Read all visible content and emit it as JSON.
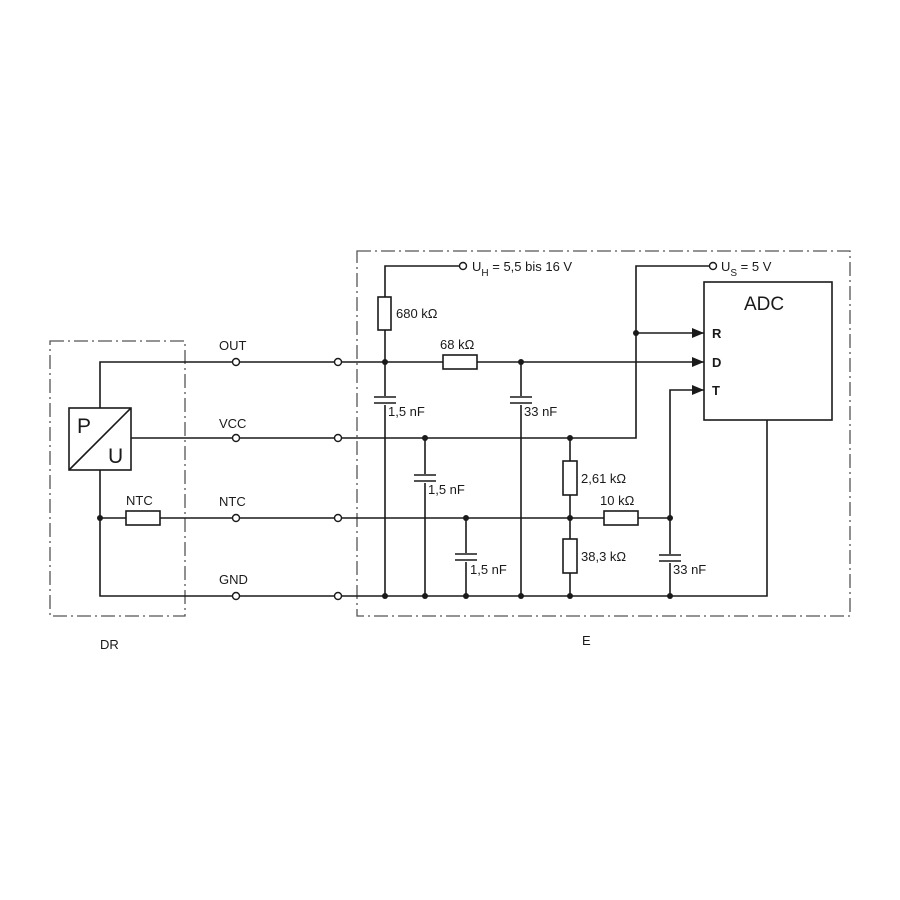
{
  "blocks": {
    "sensor": "DR",
    "ecu": "E",
    "adc": "ADC"
  },
  "transducer": {
    "top": "P",
    "bottom": "U"
  },
  "lines": {
    "out": "OUT",
    "vcc": "VCC",
    "ntc": "NTC",
    "gnd": "GND"
  },
  "components": {
    "ntc_resistor": "NTC",
    "r_pullup": "680 kΩ",
    "r_series": "68 kΩ",
    "c_out": "1,5 nF",
    "c_d": "33 nF",
    "c_vcc": "1,5 nF",
    "c_ntc": "1,5 nF",
    "r_div_top": "2,61 kΩ",
    "r_div_bottom": "38,3 kΩ",
    "r_t": "10 kΩ",
    "c_t": "33 nF"
  },
  "supplies": {
    "uh_symbol": "U",
    "uh_sub": "H",
    "uh_value": " = 5,5 bis 16 V",
    "us_symbol": "U",
    "us_sub": "S",
    "us_value": " = 5 V"
  },
  "adc_pins": {
    "r": "R",
    "d": "D",
    "t": "T"
  }
}
